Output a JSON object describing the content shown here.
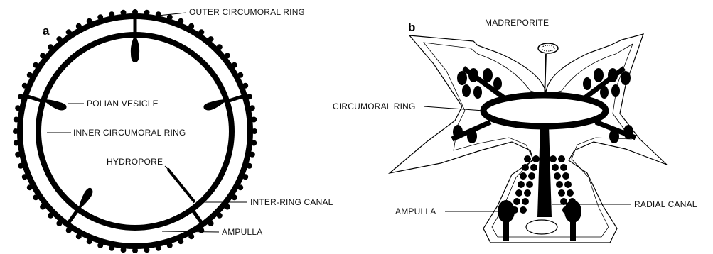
{
  "panel_a": {
    "letter": "a",
    "labels": {
      "outer_ring": "OUTER CIRCUMORAL RING",
      "polian": "POLIAN VESICLE",
      "inner_ring": "INNER CIRCUMORAL RING",
      "hydropore": "HYDROPORE",
      "inter_ring": "INTER-RING CANAL",
      "ampulla": "AMPULLA"
    }
  },
  "panel_b": {
    "letter": "b",
    "labels": {
      "madreporite": "MADREPORITE",
      "circumoral": "CIRCUMORAL RING",
      "ampulla": "AMPULLA",
      "radial": "RADIAL CANAL"
    }
  }
}
